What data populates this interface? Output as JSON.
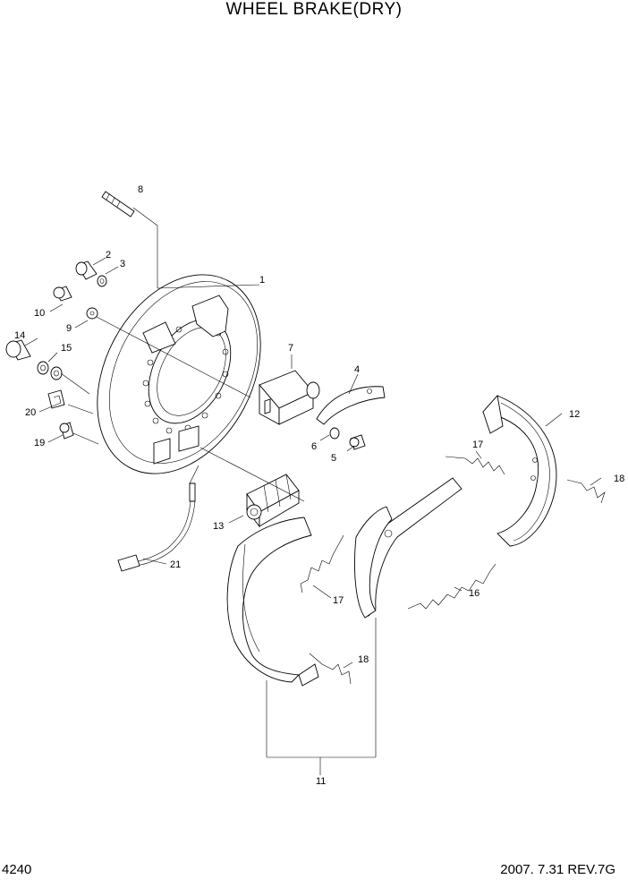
{
  "title": "WHEEL BRAKE(DRY)",
  "page_number": "4240",
  "revision": "2007. 7.31 REV.7G",
  "callouts": {
    "c1": "1",
    "c2": "2",
    "c3": "3",
    "c4": "4",
    "c5": "5",
    "c6": "6",
    "c7": "7",
    "c8": "8",
    "c9": "9",
    "c10": "10",
    "c11": "11",
    "c12": "12",
    "c13": "13",
    "c14": "14",
    "c15": "15",
    "c16": "16",
    "c17a": "17",
    "c17b": "17",
    "c18a": "18",
    "c18b": "18",
    "c19": "19",
    "c20": "20",
    "c21": "21"
  }
}
